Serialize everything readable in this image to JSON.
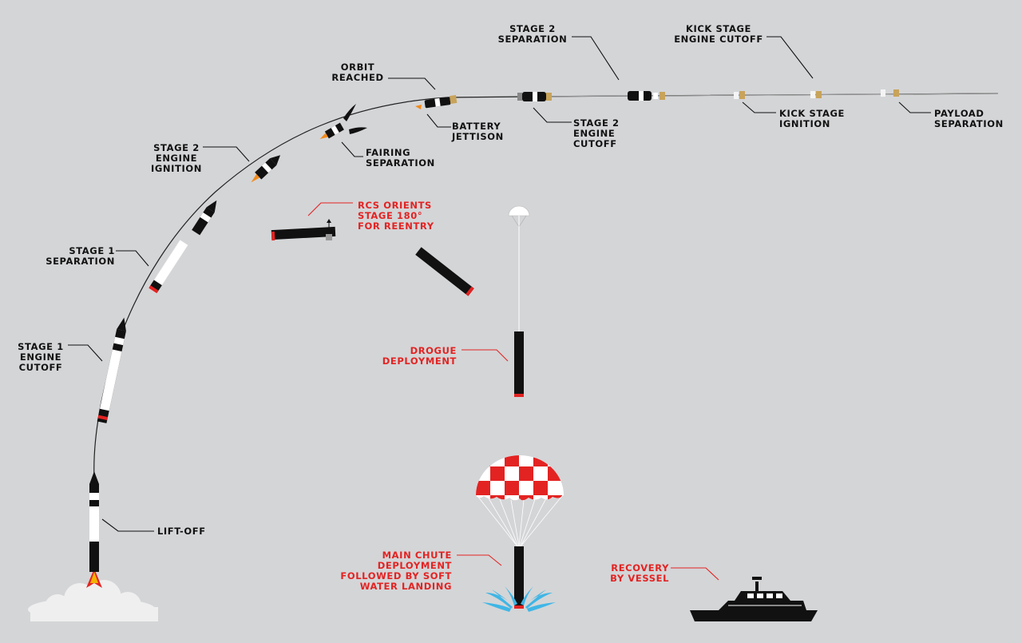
{
  "colors": {
    "background": "#d4d5d7",
    "ascent_label": "#111111",
    "recovery_label": "#e32322",
    "rocket_black": "#111111",
    "rocket_white": "#ffffff",
    "stage_red": "#e32322",
    "payload_gold": "#c8a35a",
    "splash_blue": "#3fb6e6"
  },
  "labels": {
    "lift_off": "LIFT-OFF",
    "stage1_cutoff": "STAGE 1\nENGINE\nCUTOFF",
    "stage1_separation": "STAGE 1\nSEPARATION",
    "stage2_ignition": "STAGE 2\nENGINE\nIGNITION",
    "fairing_separation": "FAIRING\nSEPARATION",
    "orbit_reached": "ORBIT\nREACHED",
    "battery_jettison": "BATTERY\nJETTISON",
    "stage2_separation": "STAGE 2\nSEPARATION",
    "stage2_cutoff": "STAGE 2\nENGINE\nCUTOFF",
    "kick_cutoff": "KICK STAGE\nENGINE CUTOFF",
    "kick_ignition": "KICK STAGE\nIGNITION",
    "payload_separation": "PAYLOAD\nSEPARATION",
    "rcs_orients": "RCS ORIENTS\nSTAGE 180°\nFOR REENTRY",
    "drogue": "DROGUE\nDEPLOYMENT",
    "main_chute": "MAIN CHUTE\nDEPLOYMENT\nFOLLOWED BY SOFT\nWATER LANDING",
    "recovery": "RECOVERY\nBY VESSEL"
  }
}
